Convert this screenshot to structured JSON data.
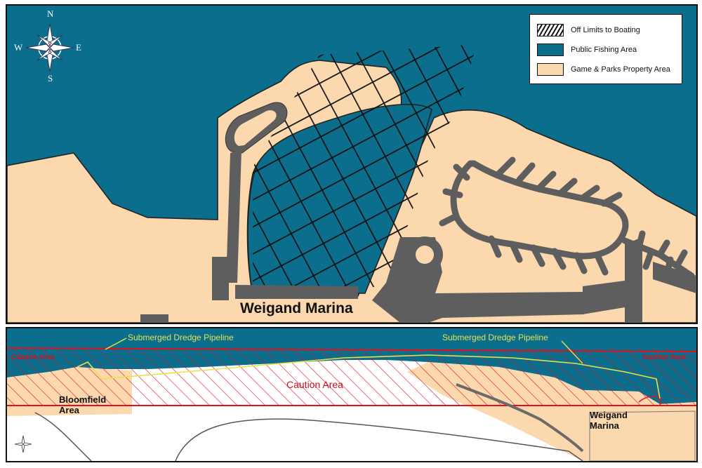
{
  "colors": {
    "water": "#0a6e8c",
    "land": "#fbd8ae",
    "road": "#5e5e5e",
    "hatch": "#111111",
    "caution": "#e01020",
    "pipeline": "#e6e34a"
  },
  "compass": {
    "n": "N",
    "s": "S",
    "e": "E",
    "w": "W"
  },
  "legend": {
    "items": [
      {
        "label": "Off Limits to Boating",
        "swatch": "hatch"
      },
      {
        "label": "Public Fishing Area",
        "swatch": "water"
      },
      {
        "label": "Game & Parks Property Area",
        "swatch": "land"
      }
    ]
  },
  "top_map": {
    "title": "Weigand Marina"
  },
  "bottom_map": {
    "pipeline_label_left": "Submerged Dredge Pipeline",
    "pipeline_label_right": "Submerged Dredge Pipeline",
    "caution_left": "Caution Area",
    "caution_right": "Caution Area",
    "caution_center": "Caution Area",
    "area_left": "Bloomfield\nArea",
    "area_right": "Weigand\nMarina"
  }
}
